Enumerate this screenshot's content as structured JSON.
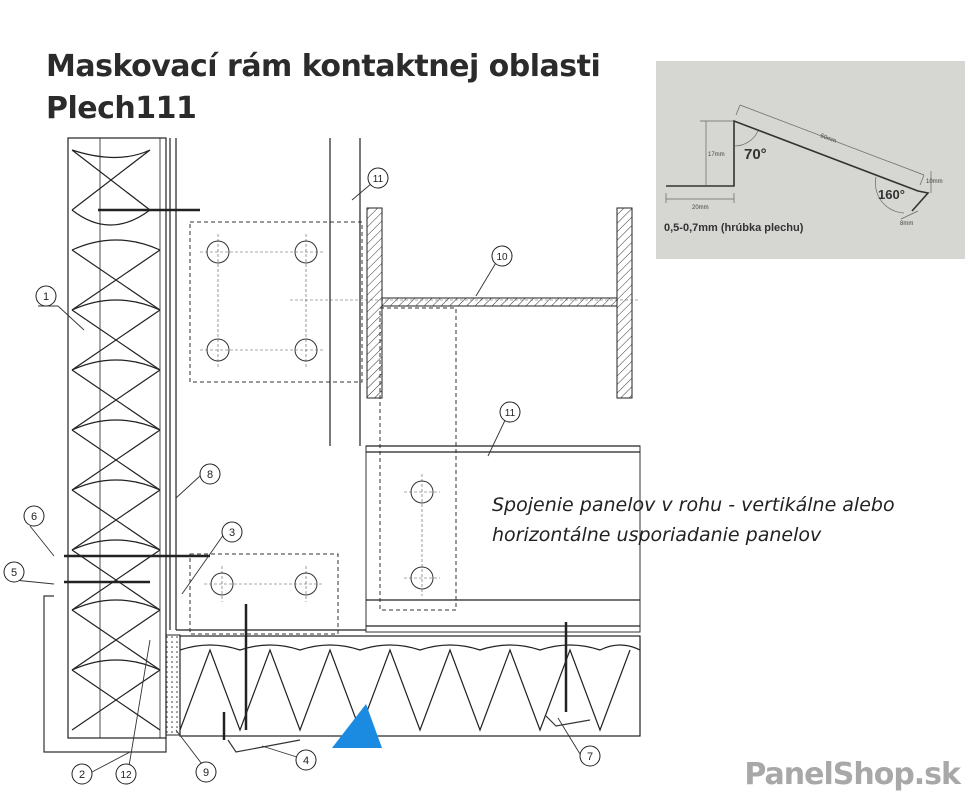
{
  "title": {
    "line1": "Maskovací rám kontaktnej oblasti",
    "line2": "Plech111"
  },
  "caption": {
    "line1": "Spojenie panelov v rohu - vertikálne alebo",
    "line2": "horizontálne usporiadanie panelov"
  },
  "profile": {
    "angle_top": "70°",
    "angle_bottom": "160°",
    "dim_height": "17mm",
    "dim_base": "20mm",
    "dim_slope": "50mm",
    "dim_tail": "10mm",
    "dim_hem": "8mm",
    "thickness_note": "0,5-0,7mm (hrúbka plechu)"
  },
  "callouts": {
    "c1": "1",
    "c2": "2",
    "c3": "3",
    "c4": "4",
    "c5": "5",
    "c6": "6",
    "c7": "7",
    "c8": "8",
    "c9": "9",
    "c10": "10",
    "c11a": "11",
    "c11b": "11",
    "c12": "12"
  },
  "brand": {
    "text": "PanelShop.sk"
  },
  "colors": {
    "accent_arrow": "#1a8be0",
    "line": "#222222"
  }
}
